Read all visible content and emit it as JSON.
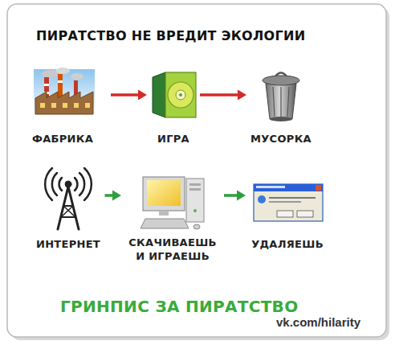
{
  "diagram": {
    "title": "ПИРАТСТВО НЕ ВРЕДИТ ЭКОЛОГИИ",
    "caption": "ГРИНПИС ЗА ПИРАТСТВО",
    "nodes": [
      {
        "text": [
          "ФАБРИКА"
        ]
      },
      {
        "text": [
          "ИГРА"
        ]
      },
      {
        "text": [
          "МУСОРКА"
        ]
      },
      {
        "text": [
          "ИНТЕРНЕТ"
        ]
      },
      {
        "text": [
          "СКАЧИВАЕШЬ И ИГРАЕШЬ"
        ]
      },
      {
        "text": [
          "УДАЛЯЕШЬ"
        ]
      }
    ],
    "edges": [
      {
        "from": 0,
        "to": 1,
        "arrow": "to"
      },
      {
        "from": 1,
        "to": 2,
        "arrow": "to"
      },
      {
        "from": 3,
        "to": 4,
        "arrow": "to"
      },
      {
        "from": 4,
        "to": 5,
        "arrow": "to"
      }
    ],
    "labels": [
      "vk.com/hilarity"
    ]
  }
}
